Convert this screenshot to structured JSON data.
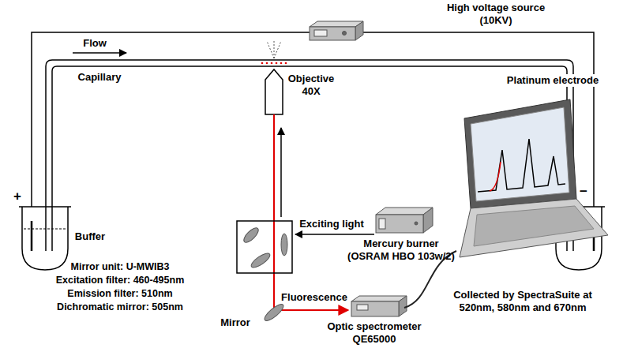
{
  "diagram": {
    "labels": [
      "High voltage source (10KV)",
      "Flow",
      "Capillary",
      "Objective 40X",
      "Platinum electrode",
      "+",
      "−",
      "Buffer",
      "Exciting light",
      "Mirror unit: U-MWIB3",
      "Excitation filter: 460-495nm",
      "Emission filter: 510nm",
      "Dichromatic mirror: 505nm",
      "Mercury burner (OSRAM HBO 103w/2)",
      "Mirror",
      "Fluorescence",
      "Optic spectrometer QE65000",
      "Collected by SpectraSuite at 520nm, 580nm and 670nm"
    ]
  }
}
